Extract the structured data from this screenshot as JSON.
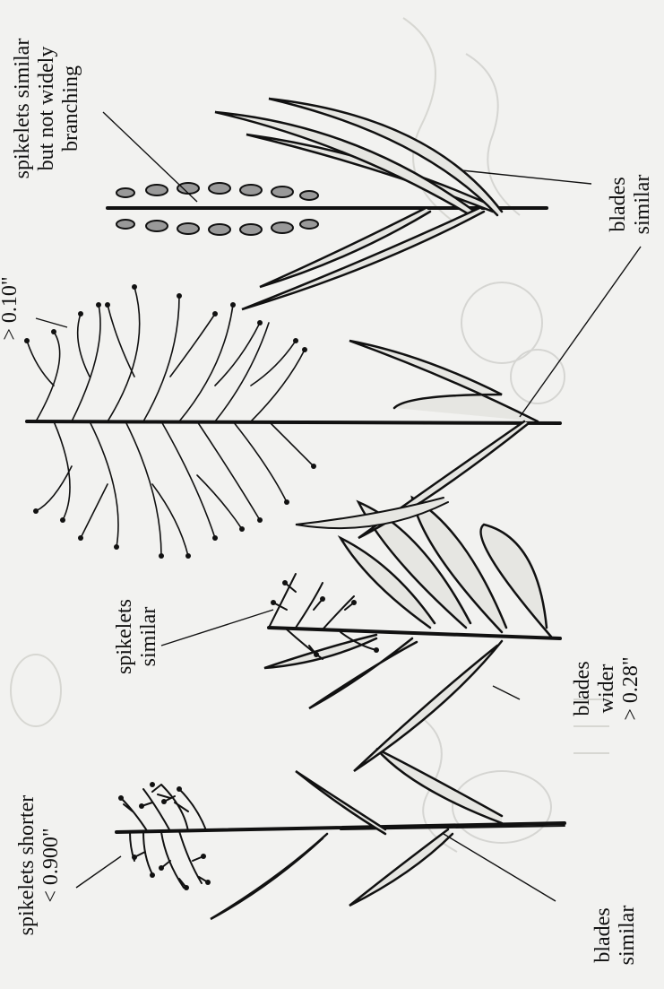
{
  "labels": {
    "spikelets_shorter": "spikelets shorter\n< 0.900\"",
    "spikelets_similar": "spikelets\nsimilar",
    "blades_wider": "blades\nwider\n> 0.28\"",
    "blades_similar_left": "blades\nsimilar",
    "blades_similar_right": "blades\nsimilar",
    "spikelets_similar_narrow": "spikelets similar\nbut not widely\nbranching",
    "top_cutoff": "> 0.10\""
  },
  "colors": {
    "ink": "#111111",
    "paper": "#f2f2f0",
    "ghost": "#c9c9c6"
  }
}
